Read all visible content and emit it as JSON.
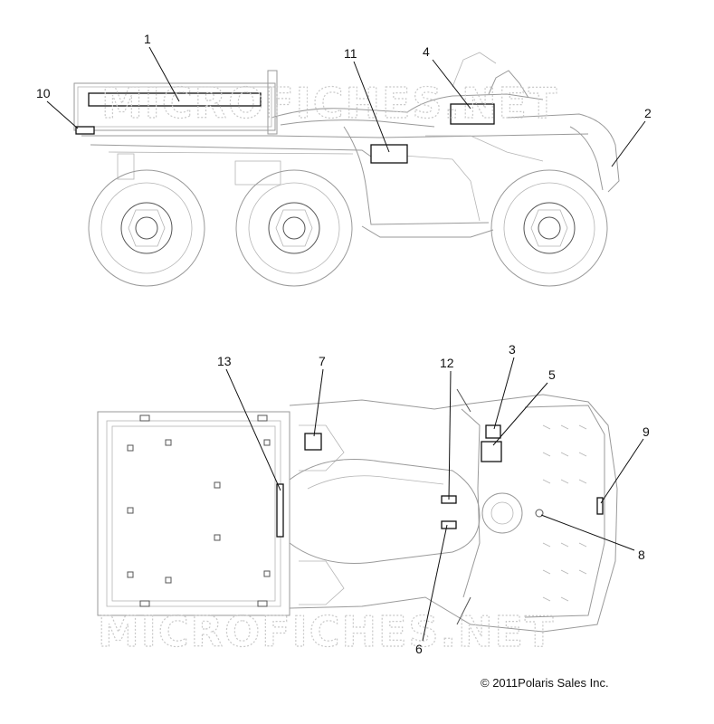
{
  "watermark": "MICROFICHES.NET",
  "copyright": "© 2011Polaris Sales Inc.",
  "callouts": {
    "c1": "1",
    "c2": "2",
    "c3": "3",
    "c4": "4",
    "c5": "5",
    "c6": "6",
    "c7": "7",
    "c8": "8",
    "c9": "9",
    "c10": "10",
    "c11": "11",
    "c12": "12",
    "c13": "13"
  },
  "colors": {
    "line": "#111111",
    "drawing": "#9a9a9a",
    "watermark": "#c9c9c9",
    "background": "#ffffff"
  }
}
